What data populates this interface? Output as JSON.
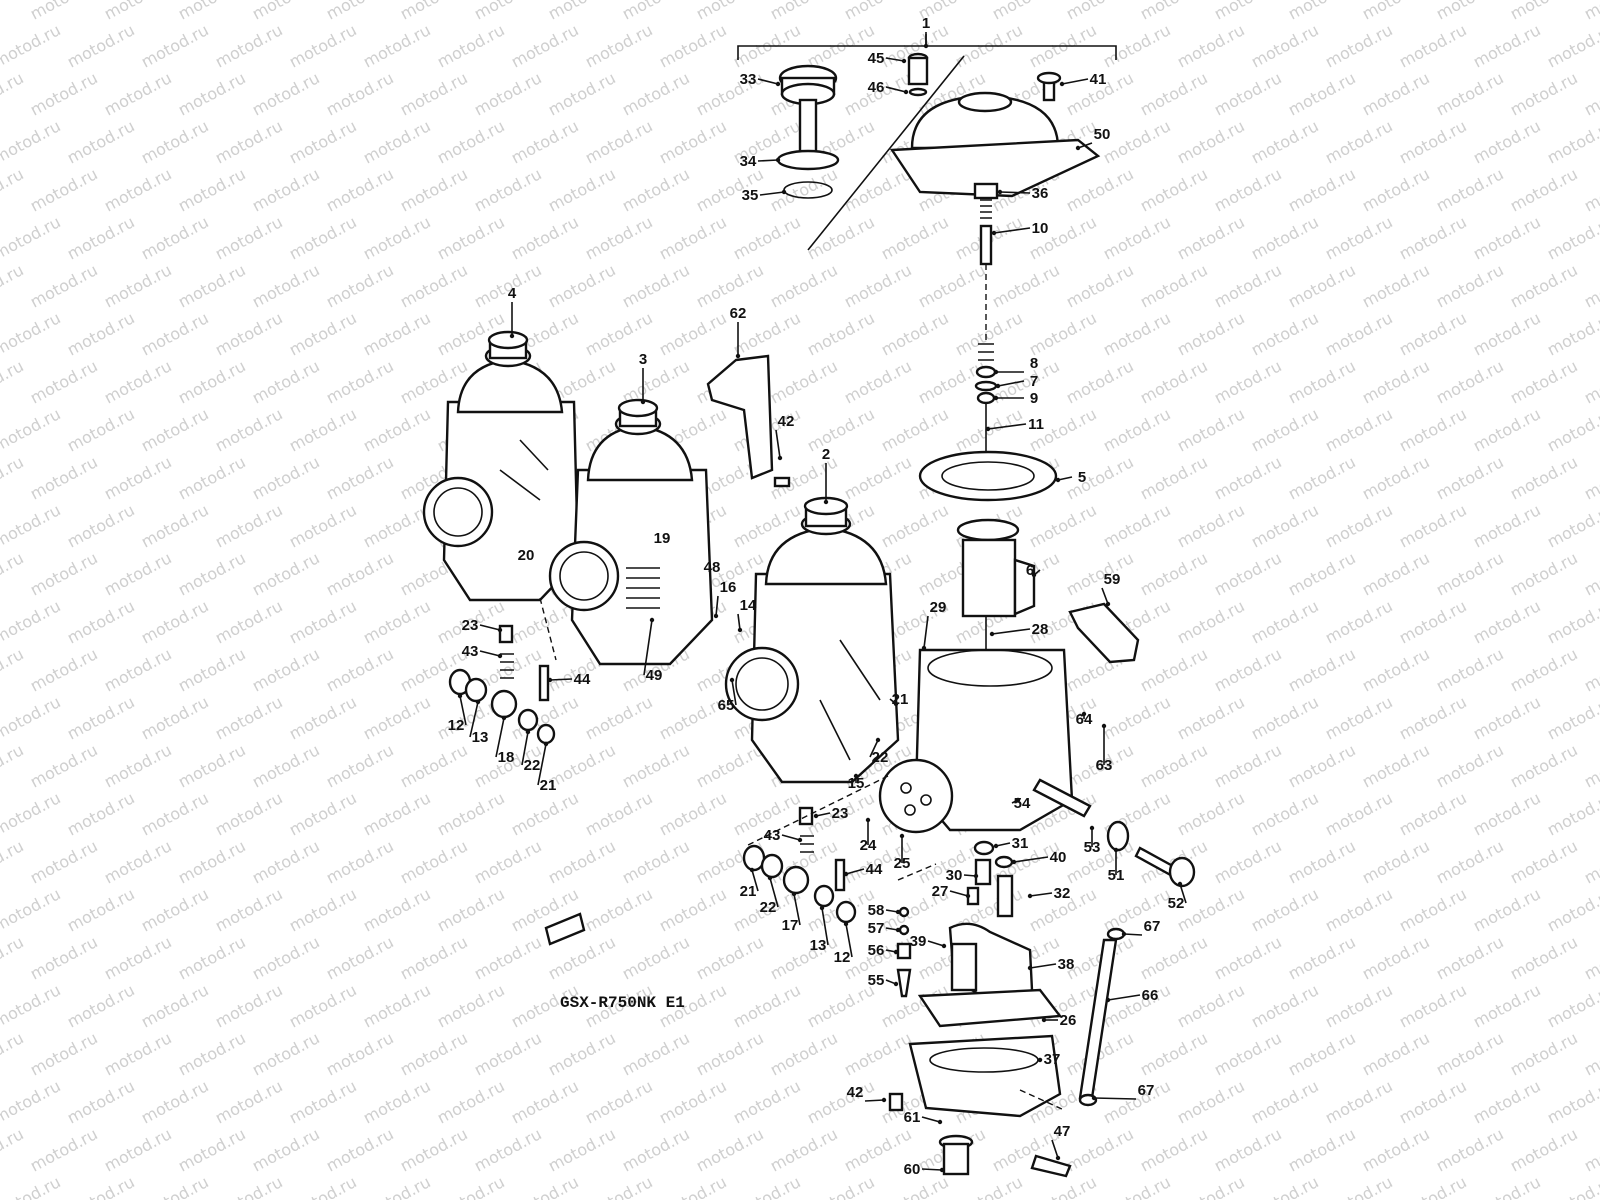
{
  "watermark": {
    "text": "motod.ru",
    "color": "#cfcfcf"
  },
  "model_code": "GSX-R750NK E1",
  "colors": {
    "ink": "#111111",
    "paper": "#ffffff"
  },
  "callouts": [
    "1",
    "45",
    "33",
    "46",
    "41",
    "50",
    "34",
    "35",
    "36",
    "10",
    "4",
    "62",
    "3",
    "42",
    "2",
    "8",
    "7",
    "9",
    "11",
    "5",
    "6",
    "59",
    "29",
    "28",
    "20",
    "19",
    "48",
    "16",
    "14",
    "23",
    "43",
    "44",
    "49",
    "65",
    "12",
    "13",
    "18",
    "22",
    "21",
    "21",
    "64",
    "63",
    "22",
    "15",
    "54",
    "23",
    "24",
    "31",
    "40",
    "43",
    "53",
    "51",
    "44",
    "25",
    "30",
    "32",
    "27",
    "52",
    "21",
    "22",
    "17",
    "13",
    "12",
    "58",
    "57",
    "56",
    "39",
    "38",
    "55",
    "67",
    "26",
    "66",
    "37",
    "42",
    "67",
    "61",
    "47",
    "60"
  ]
}
